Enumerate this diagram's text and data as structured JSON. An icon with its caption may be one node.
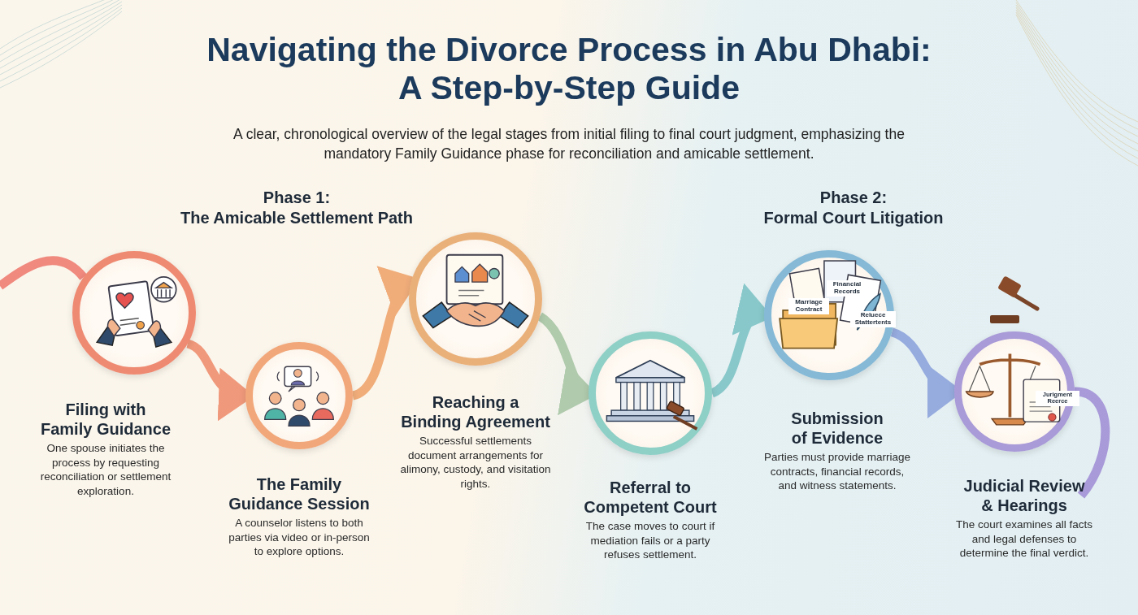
{
  "diagram": {
    "title": "Navigating the Divorce Process in Abu Dhabi: A Step-by-Step Guide",
    "caption": "A clear, chronological overview of the legal stages from initial filing to final court judgment, emphasizing the mandatory Family Guidance phase for reconciliation and amicable settlement.",
    "nodes": [
      {
        "text": [
          "Filing with Family Guidance",
          "One spouse initiates the process by requesting reconciliation or settlement exploration."
        ]
      },
      {
        "text": [
          "The Family Guidance Session",
          "A counselor listens to both parties via video or in-person to explore options."
        ]
      },
      {
        "text": [
          "Reaching a Binding Agreement",
          "Successful settlements document arrangements for alimony, custody, and visitation rights."
        ]
      },
      {
        "text": [
          "Referral to Competent Court",
          "The case moves to court if mediation fails or a party refuses settlement."
        ]
      },
      {
        "text": [
          "Submission of Evidence",
          "Parties must provide marriage contracts, financial records, and witness statements."
        ]
      },
      {
        "text": [
          "Judicial Review & Hearings",
          "The court examines all facts and legal defenses to determine the final verdict."
        ]
      }
    ],
    "edges": [
      {
        "from": null,
        "to": 0,
        "arrow": "none",
        "color": "#ee7d72"
      },
      {
        "from": 0,
        "to": 1,
        "arrow": "to",
        "color": "#ef8f6f"
      },
      {
        "from": 1,
        "to": 2,
        "arrow": "to",
        "color": "#efa66e"
      },
      {
        "from": 2,
        "to": 3,
        "arrow": "to",
        "color": "#a9c6a6"
      },
      {
        "from": 3,
        "to": 4,
        "arrow": "to",
        "color": "#7fc4c6"
      },
      {
        "from": 4,
        "to": 5,
        "arrow": "to",
        "color": "#8ea4dc"
      },
      {
        "from": 5,
        "to": null,
        "arrow": "none",
        "color": "#a290d6"
      }
    ],
    "labels": [
      "Phase 1:",
      "The Amicable Settlement Path",
      "Phase 2:",
      "Formal Court Litigation",
      "Financial Records",
      "Marriage Contract",
      "Reluece Stattertents",
      "Jurigment Reerce"
    ]
  }
}
